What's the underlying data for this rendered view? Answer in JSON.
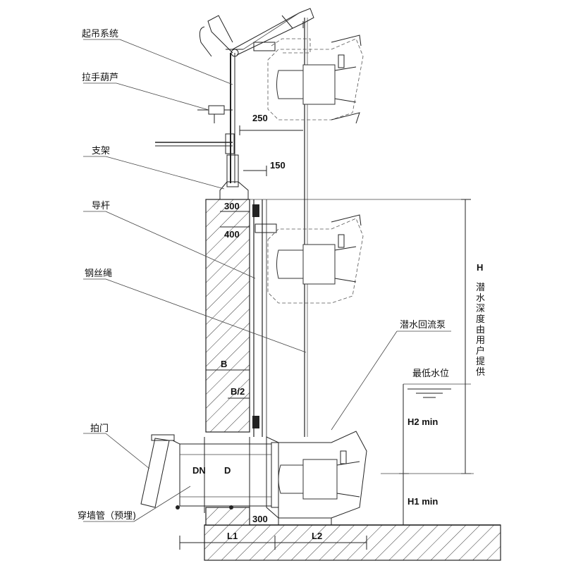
{
  "labels": {
    "lifting_system": "起吊系统",
    "chain_hoist": "拉手葫芦",
    "bracket": "支架",
    "guide_rod": "导杆",
    "wire_rope": "钢丝绳",
    "submersible_pump": "潜水回流泵",
    "flap_gate": "拍门",
    "wall_pipe": "穿墙管（预埋)",
    "min_water_level": "最低水位"
  },
  "dimensions": {
    "d250": "250",
    "d150": "150",
    "d300_top": "300",
    "d400": "400",
    "B": "B",
    "B_half": "B/2",
    "DN": "DN",
    "D": "D",
    "d300_bottom": "300",
    "L1": "L1",
    "L2": "L2",
    "H": "H",
    "H_note": [
      "潜",
      "水",
      "深",
      "度",
      "由",
      "用",
      "户",
      "提",
      "供"
    ],
    "H2": "H2 min",
    "H1": "H1 min"
  }
}
